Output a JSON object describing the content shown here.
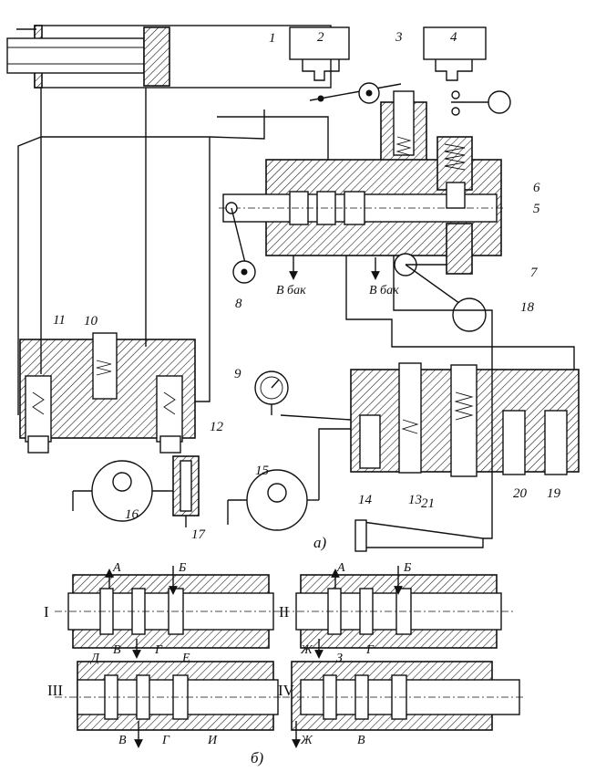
{
  "figure": {
    "callouts": [
      "1",
      "2",
      "3",
      "4",
      "5",
      "6",
      "7",
      "8",
      "9",
      "10",
      "11",
      "12",
      "13",
      "14",
      "15",
      "16",
      "17",
      "18",
      "19",
      "20",
      "21"
    ],
    "drain_labels": [
      "В бак",
      "В бак"
    ],
    "part_a_caption": "а)",
    "part_b_caption": "б)"
  },
  "positions": {
    "numerals": [
      "I",
      "II",
      "III",
      "IV"
    ],
    "port_labels": {
      "I": [
        "А",
        "Б",
        "В",
        "Г"
      ],
      "II": [
        "А",
        "Б",
        "Ж",
        "Г"
      ],
      "III": [
        "Д",
        "Е",
        "В",
        "Г",
        "И"
      ],
      "IV": [
        "З",
        "Ж",
        "В"
      ]
    }
  }
}
